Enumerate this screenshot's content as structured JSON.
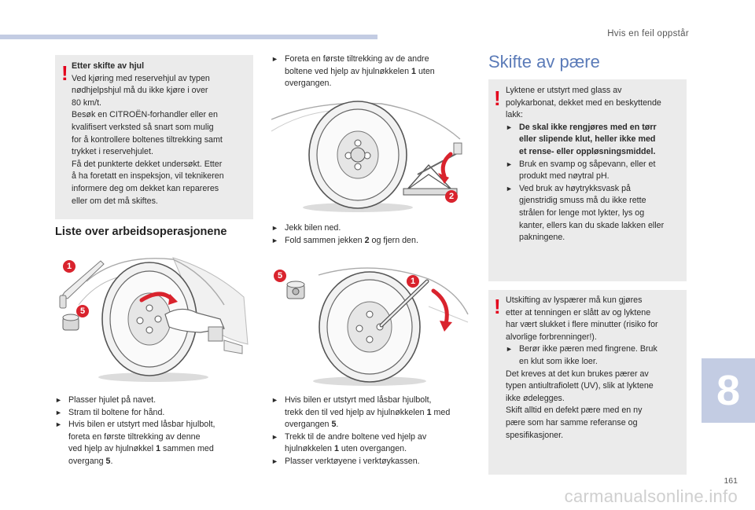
{
  "header": {
    "section": "Hvis en feil oppstår"
  },
  "left_warning": {
    "title": "Etter skifte av hjul",
    "lines": [
      "Ved kjøring med reservehjul av typen",
      "nødhjelpshjul må du ikke kjøre i over",
      "80 km/t.",
      "Besøk en CITROËN-forhandler eller en",
      "kvalifisert verksted så snart som mulig",
      "for å kontrollere boltenes tiltrekking samt",
      "trykket i reservehjulet.",
      "Få det punkterte dekket undersøkt. Etter",
      "å ha foretatt en inspeksjon, vil teknikeren",
      "informere deg om dekket kan repareres",
      "eller om det må skiftes."
    ]
  },
  "left_heading": "Liste over arbeidsoperasjonene",
  "left_steps": [
    [
      "Plasser hjulet på navet."
    ],
    [
      "Stram til boltene for hånd."
    ],
    [
      "Hvis bilen er utstyrt med låsbar hjulbolt,",
      "foreta en første tiltrekking av denne",
      "ved hjelp av hjulnøkkel ",
      "1",
      " sammen med",
      "overgang ",
      "5",
      "."
    ]
  ],
  "left_step3": {
    "l1": "Hvis bilen er utstyrt med låsbar hjulbolt,",
    "l2": "foreta en første tiltrekking av denne",
    "l3a": "ved hjelp av hjulnøkkel ",
    "l3b": "1",
    "l3c": " sammen med",
    "l4a": "overgang ",
    "l4b": "5",
    "l4c": "."
  },
  "mid_step_top": {
    "l1": "Foreta en første tiltrekking av de andre",
    "l2a": "boltene ved hjelp av hjulnøkkelen ",
    "l2b": "1",
    "l2c": " uten",
    "l3": "overgangen."
  },
  "mid_steps_middle": {
    "s1": "Jekk bilen ned.",
    "s2a": "Fold sammen jekken ",
    "s2b": "2",
    "s2c": " og fjern den."
  },
  "mid_steps_bottom": {
    "s1l1": "Hvis bilen er utstyrt med låsbar hjulbolt,",
    "s1l2a": "trekk den til ved hjelp av hjulnøkkelen ",
    "s1l2b": "1",
    "s1l2c": " med",
    "s1l3a": "overgangen ",
    "s1l3b": "5",
    "s1l3c": ".",
    "s2a": "Trekk til de andre boltene ved hjelp av",
    "s2b": "hjulnøkkelen ",
    "s2c": "1",
    "s2d": " uten overgangen.",
    "s3": "Plasser verktøyene i verktøykassen."
  },
  "right_title": "Skifte av pære",
  "right_warning1": {
    "intro": [
      "Lyktene er utstyrt med glass av",
      "polykarbonat, dekket med en beskyttende",
      "lakk:"
    ],
    "b1": [
      "De skal ikke rengjøres med en tørr",
      "eller slipende klut, heller ikke med",
      "et rense- eller oppløsningsmiddel."
    ],
    "b2": [
      "Bruk en svamp og såpevann, eller et",
      "produkt med nøytral pH."
    ],
    "b3": [
      "Ved bruk av høytrykksvask på",
      "gjenstridig smuss må du ikke rette",
      "strålen for lenge mot lykter, lys og",
      "kanter, ellers kan du skade lakken eller",
      "pakningene."
    ]
  },
  "right_warning2": {
    "intro": [
      "Utskifting av lyspærer må kun gjøres",
      "etter at tenningen er slått av og lyktene",
      "har vært slukket i flere minutter (risiko for",
      "alvorlige forbrenninger!)."
    ],
    "b1": [
      "Berør ikke pæren med fingrene. Bruk",
      "en klut som ikke loer."
    ],
    "outro": [
      "Det kreves at det kun brukes pærer av",
      "typen antiultrafiolett (UV), slik at lyktene",
      "ikke ødelegges.",
      "Skift alltid en defekt pære med en ny",
      "pære som har samme referanse og",
      "spesifikasjoner."
    ]
  },
  "callouts": {
    "one": "1",
    "two": "2",
    "five": "5"
  },
  "chapter_tab": "8",
  "page_number": "161",
  "watermark": "carmanualsonline.info",
  "colors": {
    "accent_blue": "#5b7bb8",
    "tab": "#c3cce3",
    "warning_red": "#e3001b",
    "callout_red": "#d9232d",
    "box_gray": "#ebebeb"
  },
  "icons": {
    "bullet": "arrow-bullet-icon",
    "warning": "exclamation-icon"
  }
}
